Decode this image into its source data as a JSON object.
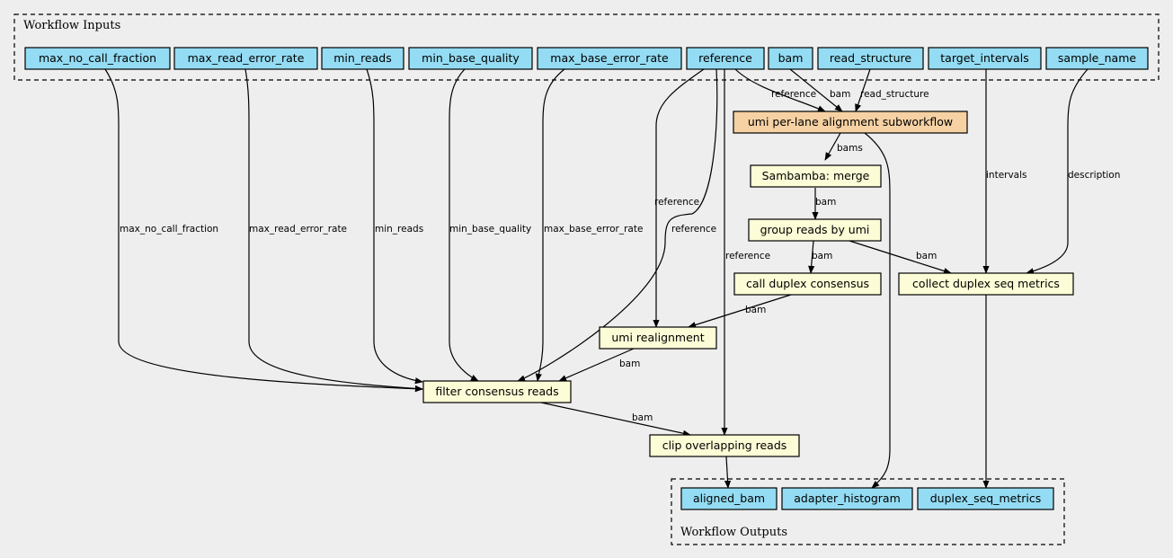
{
  "clusters": {
    "inputs_label": "Workflow Inputs",
    "outputs_label": "Workflow Outputs"
  },
  "colors": {
    "input_output_fill": "#94dcf3",
    "subworkflow_fill": "#f6d1a3",
    "step_fill": "#fcfcd6",
    "background": "#eeeeee"
  },
  "nodes": {
    "max_no_call_fraction": "max_no_call_fraction",
    "max_read_error_rate": "max_read_error_rate",
    "min_reads": "min_reads",
    "min_base_quality": "min_base_quality",
    "max_base_error_rate": "max_base_error_rate",
    "reference": "reference",
    "bam": "bam",
    "read_structure": "read_structure",
    "target_intervals": "target_intervals",
    "sample_name": "sample_name",
    "umi_alignment": "umi per-lane alignment subworkflow",
    "sambamba_merge": "Sambamba: merge",
    "group_reads": "group reads by umi",
    "call_duplex": "call duplex consensus",
    "collect_metrics": "collect duplex seq metrics",
    "umi_realignment": "umi realignment",
    "filter_consensus": "filter consensus reads",
    "clip_overlapping": "clip overlapping reads",
    "aligned_bam": "aligned_bam",
    "adapter_histogram": "adapter_histogram",
    "duplex_seq_metrics": "duplex_seq_metrics"
  },
  "edges": {
    "max_no_call_fraction": "max_no_call_fraction",
    "max_read_error_rate": "max_read_error_rate",
    "min_reads": "min_reads",
    "min_base_quality": "min_base_quality",
    "max_base_error_rate": "max_base_error_rate",
    "reference_to_umi_alignment": "reference",
    "bam_to_umi_alignment": "bam",
    "read_structure_to_umi_alignment": "read_structure",
    "bams": "bams",
    "merge_to_group": "bam",
    "group_to_call": "bam",
    "group_to_metrics": "bam",
    "intervals": "intervals",
    "description": "description",
    "call_to_realign": "bam",
    "reference_to_realign": "reference",
    "reference_to_filter": "reference",
    "reference_to_clip": "reference",
    "realign_to_filter": "bam",
    "filter_to_clip": "bam"
  }
}
